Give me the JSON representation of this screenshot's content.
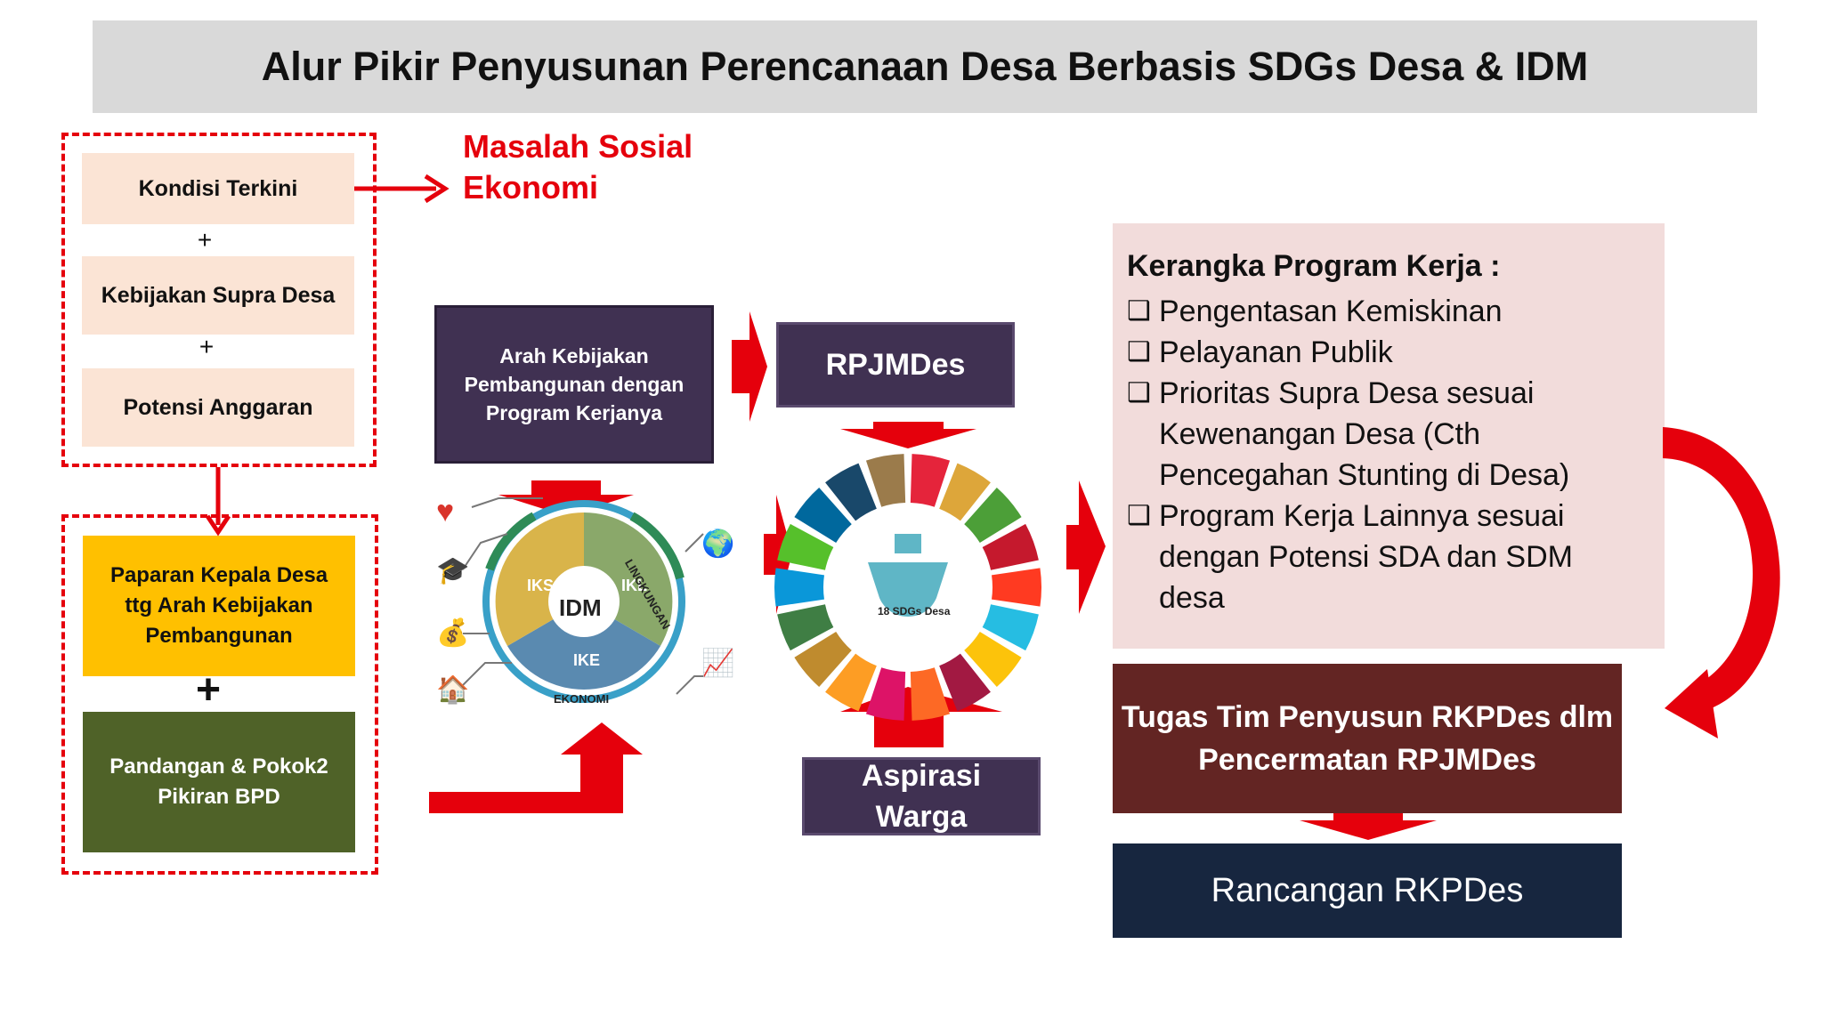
{
  "title": "Alur Pikir Penyusunan Perencanaan Desa Berbasis SDGs Desa & IDM",
  "inputs": {
    "kondisi": "Kondisi Terkini",
    "plus": "+",
    "kebijakan": "Kebijakan Supra Desa",
    "potensi": "Potensi Anggaran"
  },
  "masalah_sosial": "Masalah Sosial\nEkonomi",
  "paparan": "Paparan Kepala Desa\nttg Arah Kebijakan\nPembangunan",
  "pandangan": "Pandangan & Pokok2\nPikiran BPD",
  "arah_kebijakan": "Arah Kebijakan\nPembangunan  dengan\nProgram Kerjanya",
  "idm": {
    "center": "IDM",
    "iks": "IKS",
    "ikl": "IKL",
    "ike": "IKE",
    "ring_lingkungan": "LINGKUNGAN",
    "ring_ekonomi": "EKONOMI"
  },
  "rpjmdes": "RPJMDes",
  "sdgs_label": "18 SDGs Desa",
  "aspirasi": "Aspirasi\nWarga",
  "kerangka": {
    "title": "Kerangka Program Kerja :",
    "items": [
      "Pengentasan Kemiskinan",
      "Pelayanan Publik",
      "Prioritas Supra Desa sesuai Kewenangan Desa (Cth Pencegahan Stunting di Desa)",
      "Program Kerja Lainnya sesuai dengan Potensi SDA dan SDM desa"
    ]
  },
  "tugas_tim": "Tugas Tim Penyusun RKPDes dlm\nPencermatan RPJMDes",
  "rancangan": "Rancangan RKPDes",
  "colors": {
    "red": "#e5000c",
    "peach": "#fbe4d5",
    "yellow": "#ffc000",
    "olive": "#4f6228",
    "purple": "#403152",
    "pink": "#f2dcdb",
    "maroon": "#632523",
    "navy": "#17263f",
    "title_bg": "#d9d9d9"
  },
  "icons": [
    "heart-icon",
    "graduation-cap-icon",
    "money-bag-icon",
    "house-icon",
    "globe-hands-icon",
    "growth-chart-icon"
  ]
}
